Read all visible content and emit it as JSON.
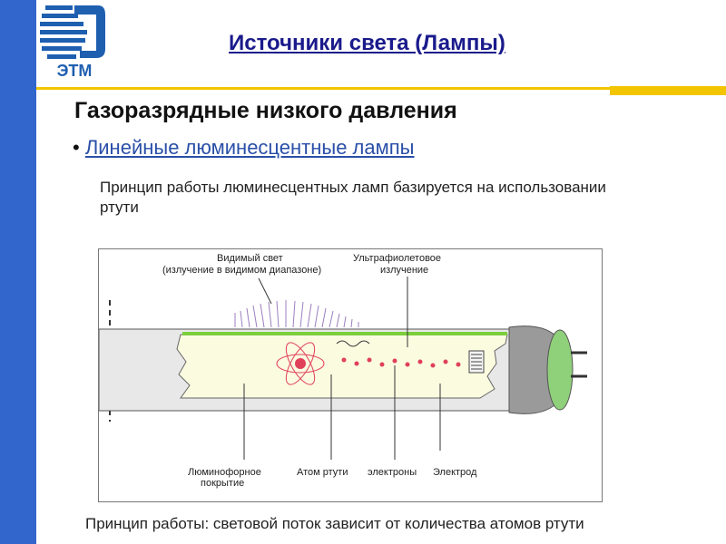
{
  "logo": {
    "text": "ЭТМ"
  },
  "title": "Источники света (Лампы)",
  "heading": "Газоразрядные низкого давления",
  "bullet": {
    "marker": "•",
    "text": "Линейные люминесцентные лампы"
  },
  "paragraph": "Принцип работы люминесцентных ламп базируется на использовании ртути",
  "diagram": {
    "labels": {
      "visible_light_1": "Видимый свет",
      "visible_light_2": "(излучение в видимом диапазоне)",
      "uv_1": "Ультрафиолетовое",
      "uv_2": "излучение",
      "phosphor_1": "Люминофорное",
      "phosphor_2": "покрытие",
      "atom": "Атом ртути",
      "electrons": "электроны",
      "electrode": "Электрод"
    }
  },
  "footer": "Принцип работы: световой поток зависит от количества атомов ртути",
  "colors": {
    "sidebar": "#3366cc",
    "accent": "#f2c500",
    "title": "#1a1a8c",
    "link": "#2a4fa8"
  }
}
